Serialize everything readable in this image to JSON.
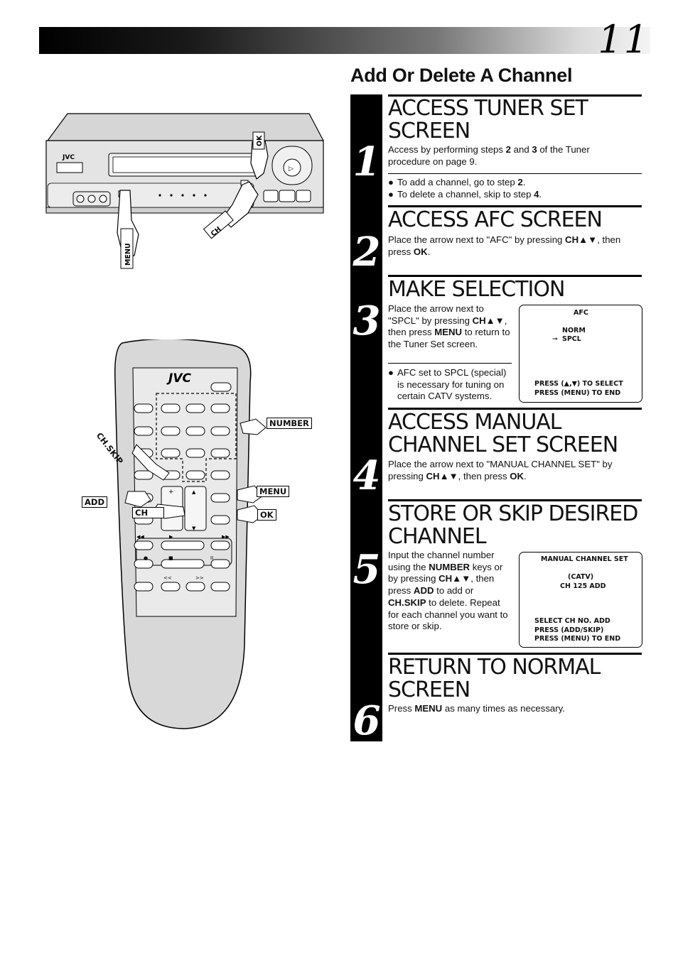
{
  "page": {
    "number": "11",
    "section_title": "Add Or Delete A Channel"
  },
  "illustrations": {
    "vcr": {
      "brand": "JVC",
      "labels": {
        "ok": "OK",
        "ch": "CH",
        "menu": "MENU"
      }
    },
    "remote": {
      "brand": "JVC",
      "labels": {
        "number": "NUMBER",
        "ch_skip": "CH.SKIP",
        "menu": "MENU",
        "add": "ADD",
        "ch": "CH",
        "ok": "OK"
      }
    }
  },
  "steps": [
    {
      "number": "1",
      "heading": "ACCESS TUNER SET SCREEN",
      "text_parts": [
        "Access by performing steps ",
        "2",
        " and ",
        "3",
        " of the Tuner procedure on page 9."
      ],
      "bullets": [
        {
          "parts": [
            "To add a channel, go to step ",
            "2",
            "."
          ]
        },
        {
          "parts": [
            "To delete a channel, skip to step ",
            "4",
            "."
          ]
        }
      ]
    },
    {
      "number": "2",
      "heading": "ACCESS AFC SCREEN",
      "text_parts": [
        "Place the arrow next to \"AFC\" by pressing ",
        "CH▲▼",
        ", then press ",
        "OK",
        "."
      ]
    },
    {
      "number": "3",
      "heading": "MAKE SELECTION",
      "text_parts": [
        "Place the arrow next to \"SPCL\" by pressing ",
        "CH▲▼",
        ", then press ",
        "MENU",
        " to return to the Tuner Set screen."
      ],
      "bullets": [
        {
          "parts": [
            "AFC set to SPCL (special) is necessary for tuning on certain CATV systems."
          ]
        }
      ],
      "screen": {
        "title": "AFC",
        "option1": "NORM",
        "arrow": "➞",
        "option2": "SPCL",
        "footer1": "PRESS (▲,▼) TO SELECT",
        "footer2": "PRESS (MENU) TO END"
      }
    },
    {
      "number": "4",
      "heading": "ACCESS MANUAL CHANNEL SET SCREEN",
      "text_parts": [
        "Place the arrow next to \"MANUAL CHANNEL SET\" by pressing ",
        "CH▲▼",
        ", then press ",
        "OK",
        "."
      ]
    },
    {
      "number": "5",
      "heading": "STORE OR SKIP DESIRED CHANNEL",
      "text_parts": [
        "Input the channel number using the ",
        "NUMBER",
        " keys or by pressing ",
        "CH▲▼",
        ", then press ",
        "ADD",
        " to add or ",
        "CH.SKIP",
        " to delete. Repeat for each channel you want to store or skip."
      ],
      "screen": {
        "title": "MANUAL CHANNEL SET",
        "line1": "(CATV)",
        "line2": "CH 125 ADD",
        "footer1": "SELECT CH NO. ADD",
        "footer2": "PRESS (ADD/SKIP)",
        "footer3": "PRESS (MENU) TO END"
      }
    },
    {
      "number": "6",
      "heading": "RETURN TO NORMAL SCREEN",
      "text_parts": [
        "Press ",
        "MENU",
        " as many times as necessary."
      ]
    }
  ]
}
